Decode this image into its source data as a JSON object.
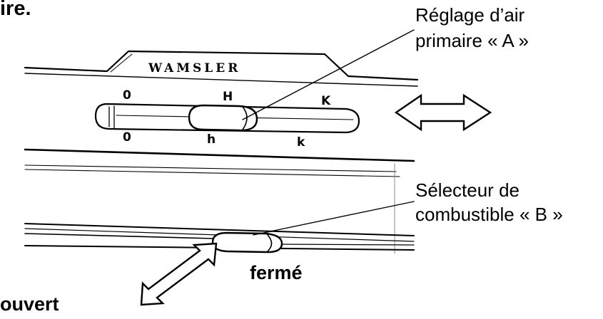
{
  "heading_fragment": "ire.",
  "brand": "WAMSLER",
  "primary_air": {
    "label_line1": "Réglage d’air",
    "label_line2": "primaire « A »",
    "scale_top": [
      "0",
      "H",
      "K"
    ],
    "scale_bottom": [
      "0",
      "h",
      "k"
    ]
  },
  "fuel_selector": {
    "label_line1": "Sélecteur de",
    "label_line2": "combustible « B »",
    "state_closed": "fermé",
    "state_open": "ouvert"
  },
  "icons": [
    "double-arrow-horizontal-icon",
    "double-arrow-diagonal-icon"
  ]
}
